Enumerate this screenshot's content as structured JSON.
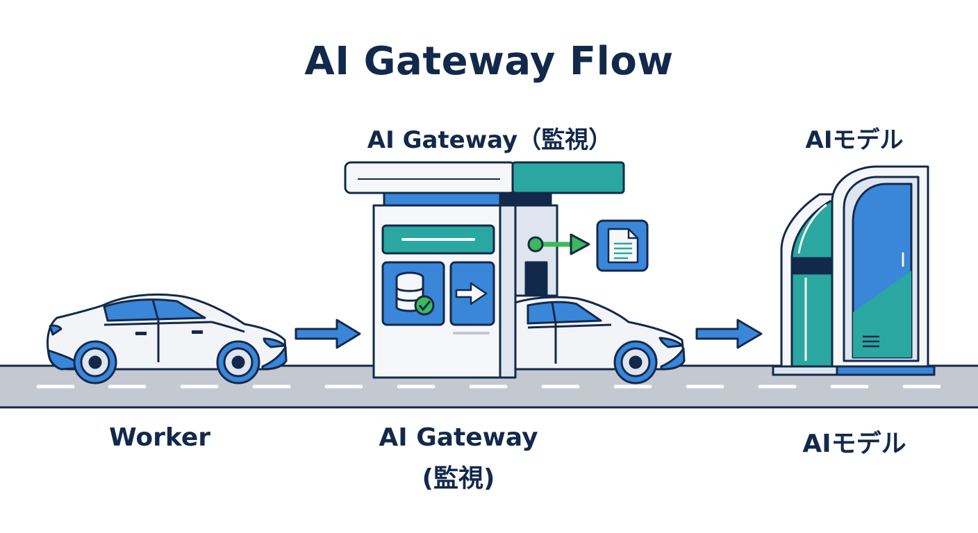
{
  "title": "AI Gateway Flow",
  "top_labels": {
    "gateway": "AI Gateway（監視）",
    "model": "AIモデル"
  },
  "bottom_labels": {
    "worker": "Worker",
    "gateway_line1": "AI Gateway",
    "gateway_line2": "(監視)",
    "model": "AIモデル"
  },
  "colors": {
    "navy": "#13294b",
    "blue": "#3a86d8",
    "teal": "#2aa7a0",
    "green": "#3cb95a",
    "road": "#c3c8d1"
  }
}
